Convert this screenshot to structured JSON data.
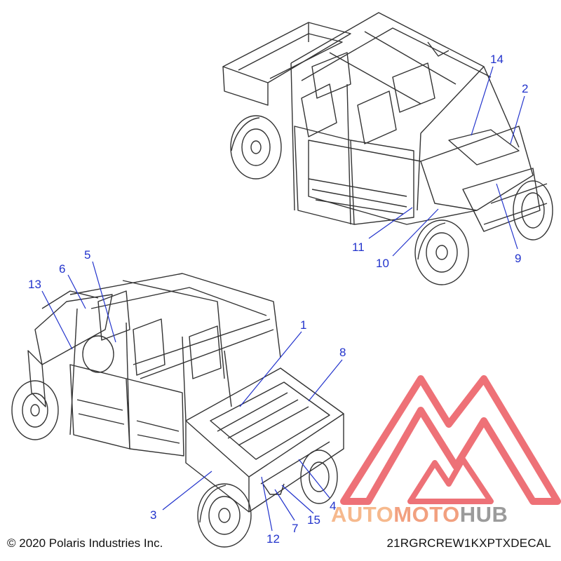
{
  "callouts": {
    "c1": "1",
    "c2": "2",
    "c3": "3",
    "c4": "4",
    "c5": "5",
    "c6": "6",
    "c7": "7",
    "c8": "8",
    "c9": "9",
    "c10": "10",
    "c11": "11",
    "c12": "12",
    "c13": "13",
    "c14": "14",
    "c15": "15"
  },
  "footer": {
    "copyright": "© 2020 Polaris Industries Inc.",
    "part_code": "21RGRCREW1KXPTXDECAL"
  },
  "watermark": {
    "part_auto": "AUTO",
    "part_moto": "MOTO",
    "part_hub": "HUB"
  },
  "colors": {
    "callout": "#2233cc",
    "leader": "#2233cc",
    "linework": "#333333",
    "watermark_red": "#e8424a",
    "watermark_orange": "#f6b98d",
    "watermark_gray": "#9b9b9b"
  }
}
